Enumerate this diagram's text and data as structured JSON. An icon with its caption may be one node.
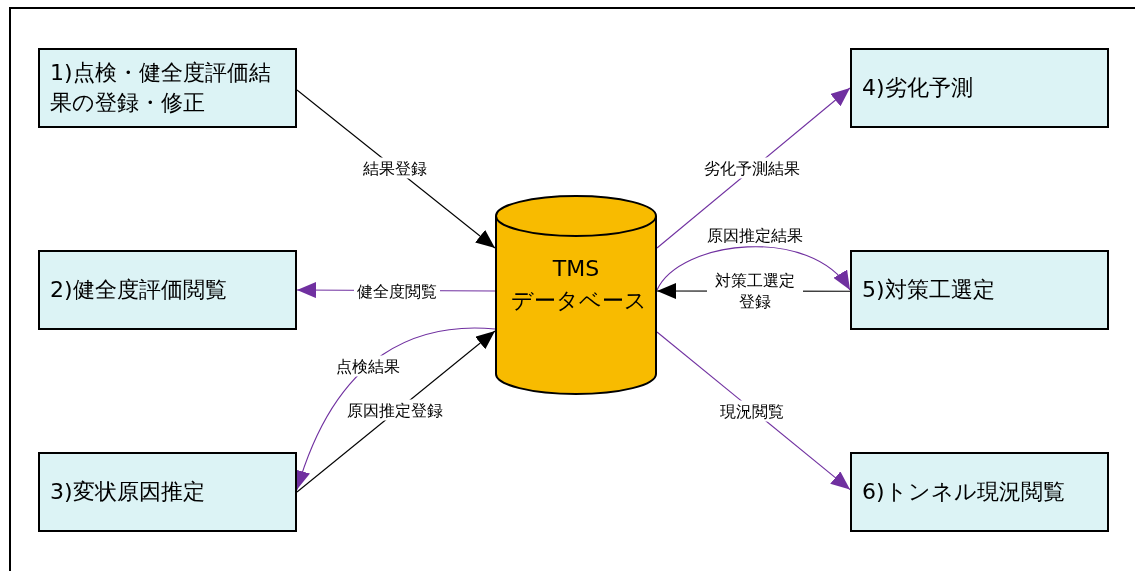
{
  "diagram": {
    "nodes": [
      {
        "text": [
          "1)点検・健全度評価結果の登録・修正"
        ]
      },
      {
        "text": [
          "2)健全度評価閲覧"
        ]
      },
      {
        "text": [
          "3)変状原因推定"
        ]
      },
      {
        "text": [
          "4)劣化予測"
        ]
      },
      {
        "text": [
          "5)対策工選定"
        ]
      },
      {
        "text": [
          "6)トンネル現況閲覧"
        ]
      },
      {
        "text": [
          "TMS データベース"
        ]
      }
    ],
    "edges": [
      {
        "from": 0,
        "to": 6,
        "arrow": "to",
        "label": "結果登録",
        "color": "#000000"
      },
      {
        "from": 6,
        "to": 1,
        "arrow": "to",
        "label": "健全度閲覧"
      },
      {
        "from": 6,
        "to": 2,
        "arrow": "to",
        "label": "点検結果"
      },
      {
        "from": 2,
        "to": 6,
        "arrow": "to",
        "label": "原因推定登録",
        "color": "#000000"
      },
      {
        "from": 6,
        "to": 3,
        "arrow": "to",
        "label": "劣化予測結果"
      },
      {
        "from": 6,
        "to": 4,
        "arrow": "to",
        "label": "原因推定結果"
      },
      {
        "from": 4,
        "to": 6,
        "arrow": "to",
        "label": "対策工選定登録",
        "color": "#000000"
      },
      {
        "from": 6,
        "to": 5,
        "arrow": "to",
        "label": "現況閲覧"
      }
    ]
  }
}
